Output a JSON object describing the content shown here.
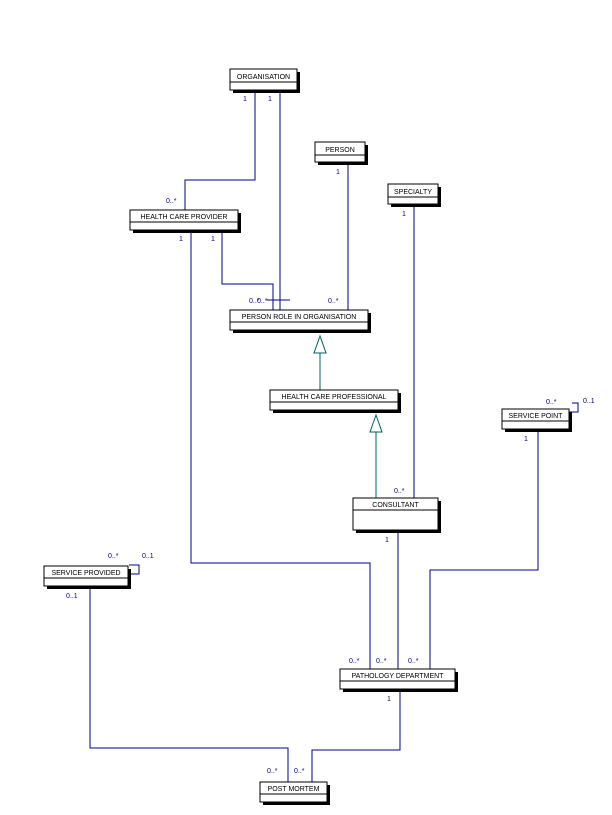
{
  "colors": {
    "association": "#00008b",
    "generalization": "#006060",
    "class_border": "#000000"
  },
  "classes": {
    "organisation": "ORGANISATION",
    "person": "PERSON",
    "specialty": "SPECIALTY",
    "health_care_provider": "HEALTH CARE PROVIDER",
    "person_role_in_organisation": "PERSON ROLE IN ORGANISATION",
    "health_care_professional": "HEALTH CARE PROFESSIONAL",
    "service_point": "SERVICE POINT",
    "consultant": "CONSULTANT",
    "service_provided": "SERVICE PROVIDED",
    "pathology_department": "PATHOLOGY DEPARTMENT",
    "post_mortem": "POST MORTEM"
  },
  "multiplicities": {
    "org_1a": "1",
    "org_1b": "1",
    "hcp_many": "0..*",
    "person_1": "1",
    "specialty_1": "1",
    "hcp_1a": "1",
    "hcp_1b": "1",
    "pro_many_a": "0..*",
    "pro_many_b": "0..*",
    "pro_many_c": "0..*",
    "sp_self_many": "0..*",
    "sp_self_one": "0..1",
    "sp_1": "1",
    "consultant_many": "0..*",
    "consultant_1": "1",
    "svc_self_many": "0..*",
    "svc_self_one": "0..1",
    "svc_01": "0..1",
    "pd_many_a": "0..*",
    "pd_many_b": "0..*",
    "pd_many_c": "0..*",
    "pd_1": "1",
    "pm_many_a": "0..*",
    "pm_many_b": "0..*"
  }
}
